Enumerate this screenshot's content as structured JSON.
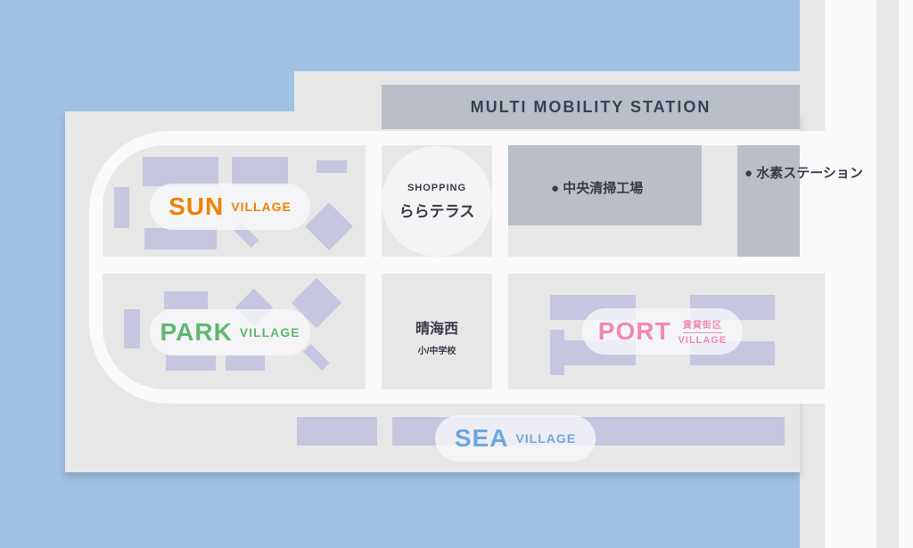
{
  "stations": {
    "multi_mobility": "MULTI MOBILITY STATION"
  },
  "shopping": {
    "label": "SHOPPING",
    "name": "ららテラス"
  },
  "facilities": [
    {
      "name": "中央清掃工場",
      "icon": "dot-icon"
    },
    {
      "name": "水素ステーション",
      "icon": "dot-icon"
    }
  ],
  "school": {
    "name": "晴海西",
    "sub": "小/中学校"
  },
  "villages": {
    "sun": {
      "name": "SUN",
      "suffix": "VILLAGE",
      "color": "#ef8200"
    },
    "park": {
      "name": "PARK",
      "suffix": "VILLAGE",
      "color": "#5fb86f"
    },
    "port": {
      "name": "PORT",
      "kanji": "賃貸街区",
      "suffix": "VILLAGE",
      "color": "#ef8ab4"
    },
    "sea": {
      "name": "SEA",
      "suffix": "VILLAGE",
      "color": "#6fa7dc"
    }
  },
  "colors": {
    "water": "#a0c2e4",
    "land": "#e7e7e7",
    "road": "#fcf9fa",
    "building": "#c6c6e0"
  }
}
